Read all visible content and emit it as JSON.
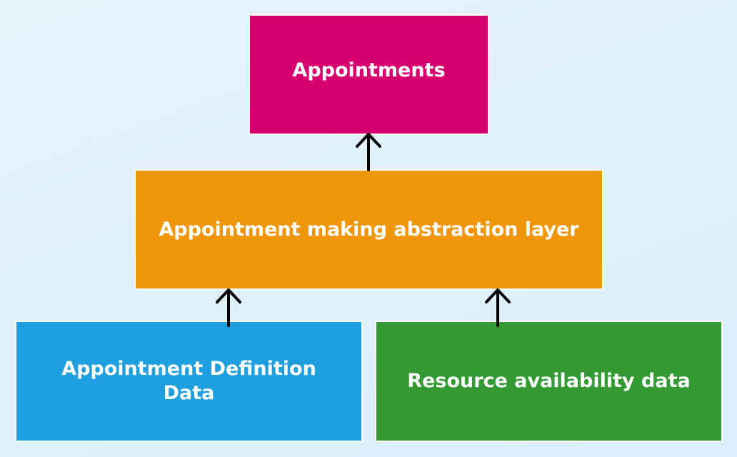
{
  "colors": {
    "appointments": "#d6006e",
    "abstraction_layer": "#f0960b",
    "definition_data": "#1e9fe0",
    "resource_data": "#339933",
    "arrow": "#000000"
  },
  "diagram": {
    "appointments_label": "Appointments",
    "abstraction_layer_label": "Appointment making abstraction layer",
    "definition_data_label": "Appointment Definition Data",
    "resource_data_label": "Resource availability data"
  }
}
